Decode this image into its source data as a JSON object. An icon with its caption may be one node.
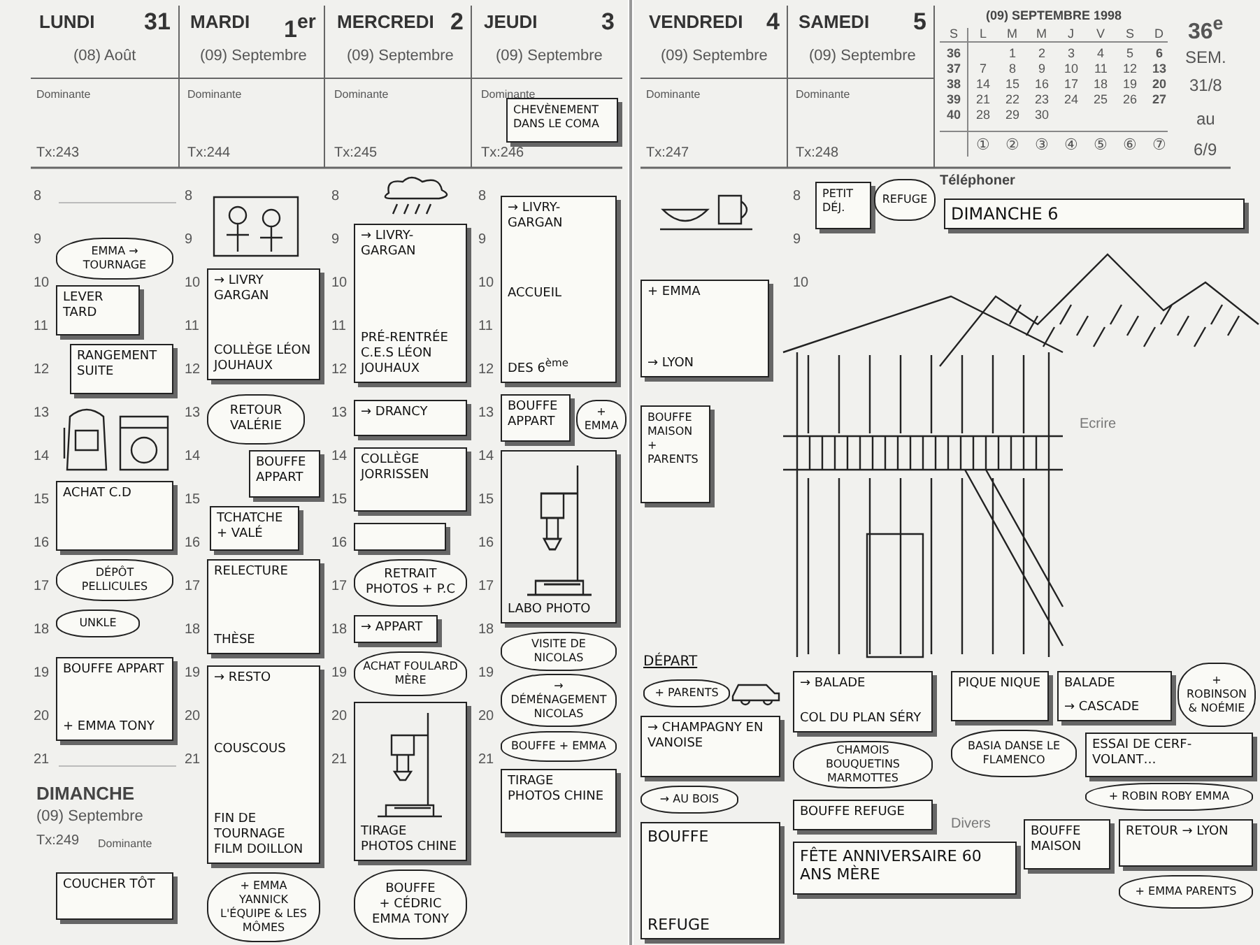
{
  "diagram": {
    "nodes": [
      {
        "text": [
          "EMMA → TOURNAGE"
        ]
      },
      {
        "text": [
          "LEVER TARD"
        ]
      },
      {
        "text": [
          "RANGEMENT SUITE"
        ]
      },
      {
        "text": [
          "ACHAT C.D"
        ]
      },
      {
        "text": [
          "DÉPÔT PELLICULES"
        ]
      },
      {
        "text": [
          "UNKLE"
        ]
      },
      {
        "text": [
          "BOUFFE APPART",
          "+ EMMA TONY"
        ]
      },
      {
        "text": [
          "COUCHER TÔT"
        ]
      },
      {
        "text": [
          "→ LIVRY GARGAN",
          "COLLÈGE LÉON JOUHAUX"
        ]
      },
      {
        "text": [
          "RETOUR VALÉRIE"
        ]
      },
      {
        "text": [
          "BOUFFE APPART"
        ]
      },
      {
        "text": [
          "TCHATCHE + VALÉ"
        ]
      },
      {
        "text": [
          "RELECTURE",
          "THÈSE"
        ]
      },
      {
        "text": [
          "→ RESTO",
          "COUSCOUS",
          "FIN DE TOURNAGE FILM DOILLON"
        ]
      },
      {
        "text": [
          "+ EMMA YANNICK L'ÉQUIPE & LES MÔMES"
        ]
      },
      {
        "text": [
          "→ LIVRY-GARGAN",
          "PRÉ-RENTRÉE C.E.S LÉON JOUHAUX"
        ]
      },
      {
        "text": [
          "→ DRANCY"
        ]
      },
      {
        "text": [
          "COLLÈGE JORRISSEN"
        ]
      },
      {
        "text": [],
        "shape": "box"
      },
      {
        "text": [
          "RETRAIT PHOTOS + P.C"
        ]
      },
      {
        "text": [
          "→ APPART"
        ]
      },
      {
        "text": [
          "ACHAT FOULARD MÈRE"
        ]
      },
      {
        "text": [
          "TIRAGE PHOTOS CHINE"
        ]
      },
      {
        "text": [
          "BOUFFE",
          "+ CÉDRIC EMMA TONY"
        ]
      },
      {
        "text": [
          "CHEVÈNEMENT DANS LE COMA"
        ]
      },
      {
        "text": [
          "→ LIVRY-GARGAN",
          "ACCUEIL",
          "DES 6$^{ème}$"
        ]
      },
      {
        "text": [
          "BOUFFE APPART"
        ]
      },
      {
        "text": [
          "+ EMMA"
        ]
      },
      {
        "text": [
          "LABO PHOTO"
        ]
      },
      {
        "text": [
          "VISITE DE NICOLAS"
        ]
      },
      {
        "text": [
          "→ DÉMÉNAGEMENT NICOLAS"
        ]
      },
      {
        "text": [
          "BOUFFE + EMMA"
        ]
      },
      {
        "text": [
          "TIRAGE PHOTOS CHINE"
        ]
      },
      {
        "text": [
          "+ EMMA",
          "→ LYON"
        ]
      },
      {
        "text": [
          "BOUFFE MAISON + PARENTS"
        ]
      },
      {
        "text": [
          "+ PARENTS"
        ]
      },
      {
        "text": [
          "→ CHAMPAGNY EN VANOISE"
        ]
      },
      {
        "text": [
          "→ AU BOIS"
        ]
      },
      {
        "text": [
          "BOUFFE",
          "REFUGE"
        ]
      },
      {
        "text": [
          "PETIT DÉJ."
        ]
      },
      {
        "text": [
          "REFUGE"
        ]
      },
      {
        "text": [
          "→ BALADE",
          "COL DU PLAN SÉRY"
        ]
      },
      {
        "text": [
          "CHAMOIS BOUQUETINS MARMOTTES"
        ]
      },
      {
        "text": [
          "BOUFFE REFUGE"
        ]
      },
      {
        "text": [
          "FÊTE ANNIVERSAIRE 60 ANS MÈRE"
        ]
      },
      {
        "text": [
          "BASIA DANSE LE FLAMENCO"
        ]
      },
      {
        "text": [
          "DIMANCHE 6"
        ]
      },
      {
        "text": [
          "PIQUE NIQUE"
        ]
      },
      {
        "text": [
          "BALADE",
          "→ CASCADE"
        ]
      },
      {
        "text": [
          "+ ROBINSON & NOÉMIE"
        ]
      },
      {
        "text": [
          "ESSAI DE CERF-VOLANT…"
        ]
      },
      {
        "text": [
          "+ ROBIN ROBY EMMA"
        ]
      },
      {
        "text": [
          "RETOUR → LYON"
        ]
      },
      {
        "text": [
          "BOUFFE MAISON"
        ]
      },
      {
        "text": [
          "+ EMMA PARENTS"
        ]
      }
    ],
    "labels": [
      "LUNDI",
      "31",
      "(08) Août",
      "Dominante",
      "Tx:243",
      "MARDI",
      "1$^{er}$",
      "(09) Septembre",
      "Dominante",
      "Tx:244",
      "MERCREDI",
      "2",
      "(09) Septembre",
      "Dominante",
      "Tx:245",
      "JEUDI",
      "3",
      "(09) Septembre",
      "Dominante",
      "Tx:246",
      "VENDREDI",
      "4",
      "(09) Septembre",
      "Dominante",
      "Tx:247",
      "SAMEDI",
      "5",
      "(09) Septembre",
      "Dominante",
      "Tx:248",
      "(09) SEPTEMBRE 1998",
      "S",
      "L",
      "M",
      "M",
      "J",
      "V",
      "S",
      "D",
      "36",
      "1",
      "2",
      "3",
      "4",
      "5",
      "6",
      "37",
      "7",
      "8",
      "9",
      "10",
      "11",
      "12",
      "13",
      "38",
      "14",
      "15",
      "16",
      "17",
      "18",
      "19",
      "20",
      "39",
      "21",
      "22",
      "23",
      "24",
      "25",
      "26",
      "27",
      "40",
      "28",
      "29",
      "30",
      "①",
      "②",
      "③",
      "④",
      "⑤",
      "⑥",
      "⑦",
      "36$^{e}$",
      "SEM.",
      "31/8",
      "au",
      "6/9",
      "Téléphoner",
      "Ecrire",
      "Divers",
      "DIMANCHE",
      "(09) Septembre",
      "Tx:249",
      "Dominante",
      "8",
      "9",
      "10",
      "11",
      "12",
      "13",
      "14",
      "15",
      "16",
      "17",
      "18",
      "19",
      "20",
      "21",
      "8",
      "9",
      "10",
      "11",
      "12",
      "13",
      "14",
      "15",
      "16",
      "17",
      "18",
      "19",
      "20",
      "21",
      "8",
      "9",
      "10",
      "11",
      "12",
      "13",
      "14",
      "15",
      "16",
      "17",
      "18",
      "19",
      "20",
      "21",
      "8",
      "9",
      "10",
      "11",
      "12",
      "13",
      "14",
      "15",
      "16",
      "17",
      "18",
      "19",
      "20",
      "21",
      "8",
      "9",
      "10",
      "DÉPART"
    ]
  }
}
